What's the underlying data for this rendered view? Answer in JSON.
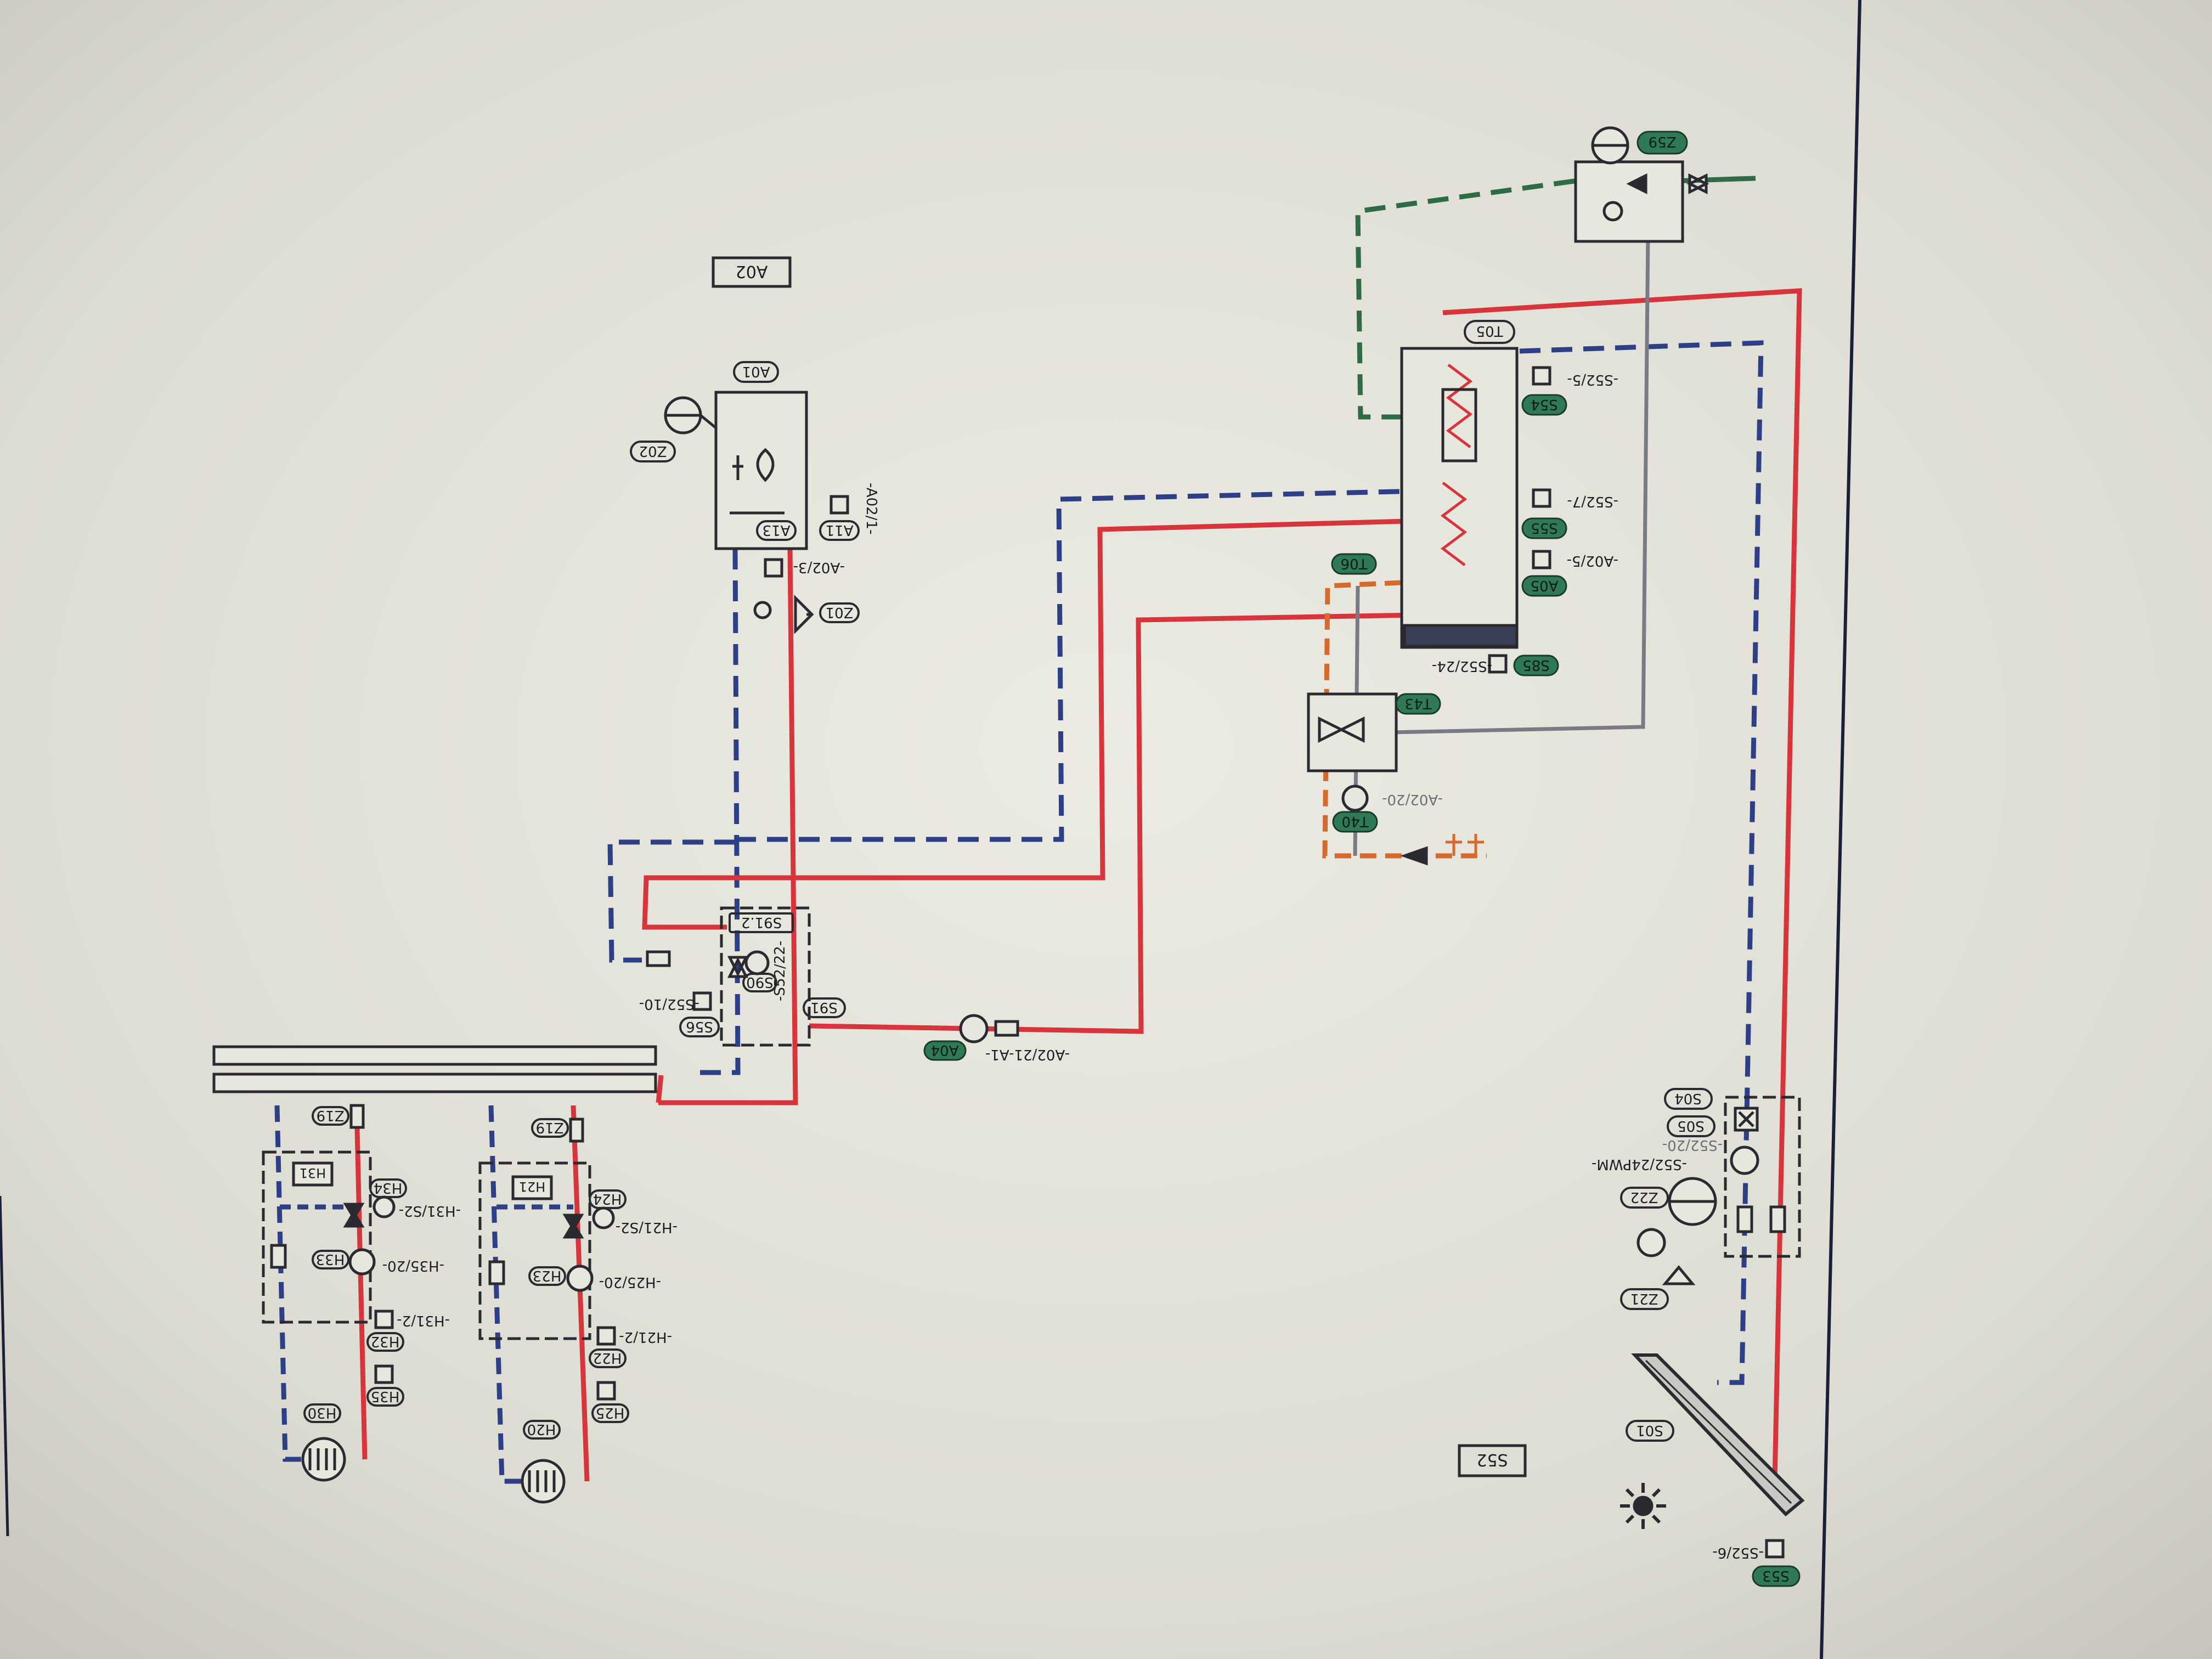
{
  "colors": {
    "paper": "#e4e3da",
    "ink": "#2a2a30",
    "supply": "#d8343c",
    "return": "#2d3f86",
    "cold_water": "#2f6b45",
    "hot_water": "#d66a2c",
    "solar_line": "#7a7a86",
    "badge_fill": "#2f7a55",
    "badge_text": "#0e1a14"
  },
  "labels": {
    "A02": "A02",
    "A01": "A01",
    "Z02": "Z02",
    "A13": "A13",
    "A11": "A11",
    "A02_1": "-A02/1-",
    "A02_3": "-A02/3-",
    "Z01": "Z01",
    "Z59": "Z59",
    "T05": "T05",
    "S52_5": "-S52/5-",
    "S54": "S54",
    "S52_7": "-S52/7-",
    "S55": "S55",
    "A02_5": "-A02/5-",
    "A05": "A05",
    "S85": "S85",
    "S52_24": "-S52/24-",
    "T06": "T06",
    "T43": "T43",
    "T40": "T40",
    "A02_20": "-A02/20-",
    "S91_2": "S91.2",
    "S90": "S90",
    "S52_22": "-S52/22-",
    "S91": "S91",
    "S56": "S56",
    "S52_10": "-S52/10-",
    "A04": "A04",
    "A02_21_A1": "-A02/21-A1-",
    "Z19_left": "Z19",
    "Z19_right": "Z19",
    "H31": "H31",
    "H34": "H34",
    "H31_S2": "-H31/S2-",
    "H33": "H33",
    "H35_20": "-H35/20-",
    "H31_2": "-H31/2-",
    "H32": "H32",
    "H35": "H35",
    "H30": "H30",
    "H21": "H21",
    "H24": "H24",
    "H21_S2": "-H21/S2-",
    "H23": "H23",
    "H25_20": "-H25/20-",
    "H21_2": "-H21/2-",
    "H22": "H22",
    "H25": "H25",
    "H20": "H20",
    "S04": "S04",
    "S05": "S05",
    "S52_24PWM": "-S52/24PWM-",
    "S52_20": "-S52/20-",
    "Z22": "Z22",
    "Z21": "Z21",
    "S01": "S01",
    "S52": "S52",
    "S52_6": "-S52/6-",
    "S53": "S53"
  }
}
